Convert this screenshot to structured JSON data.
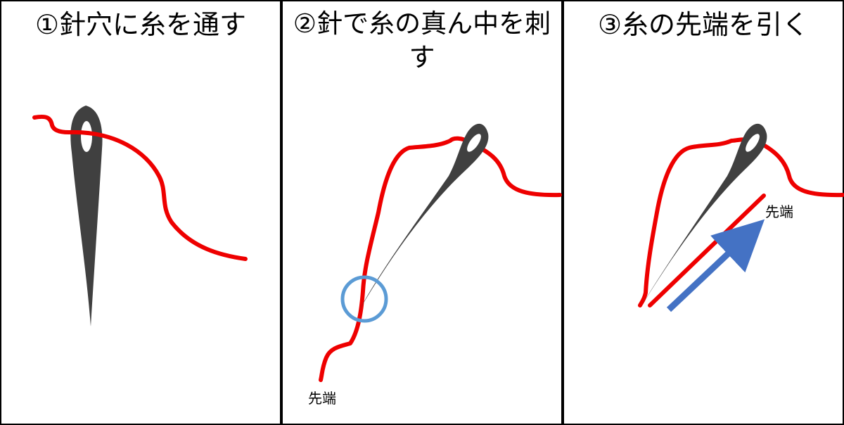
{
  "steps": [
    {
      "title": "①針穴に糸を通す"
    },
    {
      "title": "②針で糸の真ん中を刺\nす",
      "label": "先端"
    },
    {
      "title": "③糸の先端を引く",
      "label": "先端"
    }
  ],
  "colors": {
    "thread": "#ee0000",
    "needle": "#404040",
    "circle": "#5b9bd5",
    "arrow": "#4472c4",
    "border": "#000000"
  },
  "icons": [
    "needle-icon",
    "thread-line",
    "highlight-circle",
    "pull-arrow"
  ]
}
